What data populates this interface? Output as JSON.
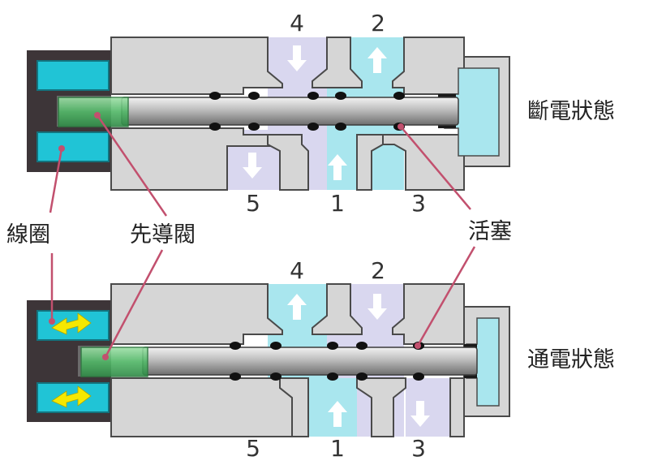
{
  "labels": {
    "state_off": "斷電狀態",
    "state_on": "通電狀態",
    "coil": "線圈",
    "pilot_valve": "先導閥",
    "piston": "活塞"
  },
  "top_ports": {
    "upper": [
      "4",
      "2"
    ],
    "lower": [
      "5",
      "1",
      "3"
    ]
  },
  "bottom_ports": {
    "upper": [
      "4",
      "2"
    ],
    "lower": [
      "5",
      "1",
      "3"
    ]
  },
  "colors": {
    "body": "#d6d6d6",
    "body_stroke": "#4a4a4a",
    "coil_housing": "#3d3538",
    "coil": "#20c4d6",
    "pressure": "#a9e6ee",
    "exhaust": "#d9d7ef",
    "pilot_green": "#5fc47a",
    "leader": "#c2506e",
    "arrow_white": "#ffffff",
    "arrow_yellow": "#f5e800"
  }
}
